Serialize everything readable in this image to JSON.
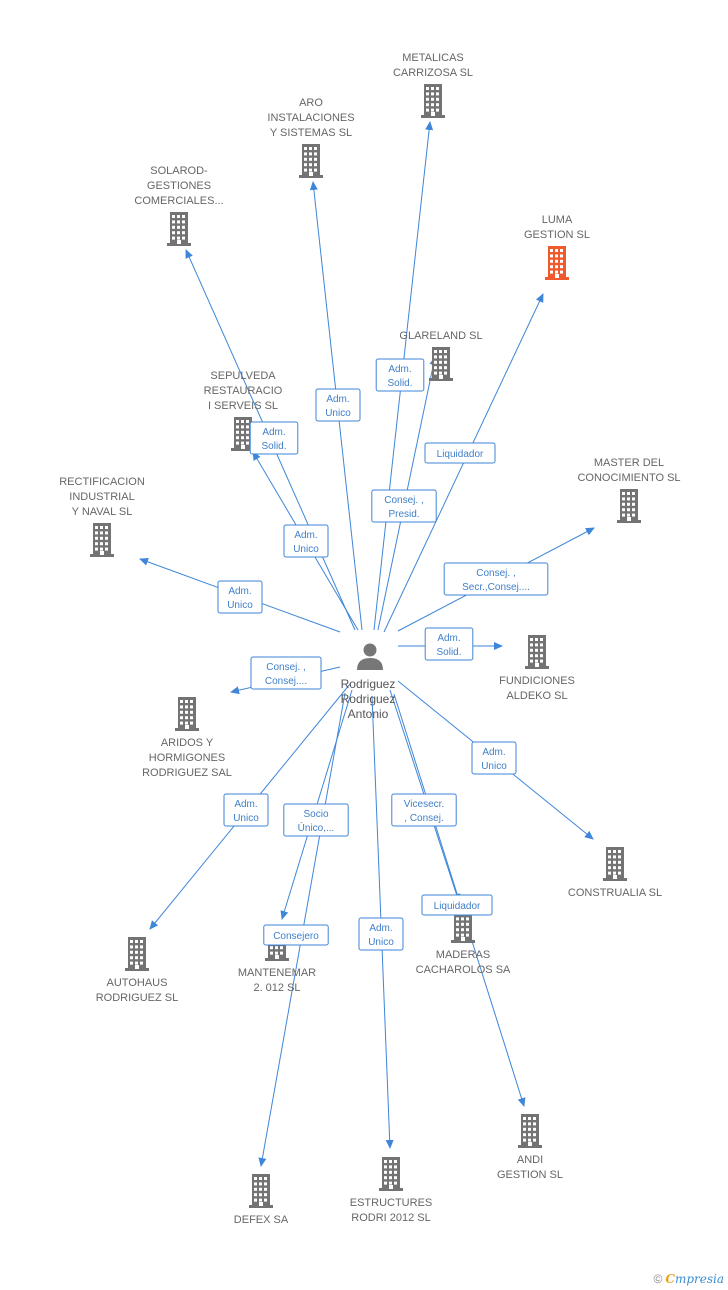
{
  "colors": {
    "building": "#737373",
    "highlight": "#f0592b",
    "edge": "#3f86d9",
    "person": "#777777"
  },
  "center": {
    "lines": [
      "Rodriguez",
      "Rodriguez",
      "Antonio"
    ],
    "icon": "person-icon"
  },
  "nodes": [
    {
      "id": "metalicas",
      "lines": [
        "METALICAS",
        "CARRIZOSA SL"
      ],
      "highlight": false
    },
    {
      "id": "aro",
      "lines": [
        "ARO",
        "INSTALACIONES",
        "Y SISTEMAS SL"
      ],
      "highlight": false
    },
    {
      "id": "solarod",
      "lines": [
        "SOLAROD-",
        "GESTIONES",
        "COMERCIALES..."
      ],
      "highlight": false
    },
    {
      "id": "luma",
      "lines": [
        "LUMA",
        "GESTION SL"
      ],
      "highlight": true
    },
    {
      "id": "glareland",
      "lines": [
        "GLARELAND SL"
      ],
      "highlight": false
    },
    {
      "id": "sepulveda",
      "lines": [
        "SEPULVEDA",
        "RESTAURACIO",
        "I SERVEIS SL"
      ],
      "highlight": false
    },
    {
      "id": "master",
      "lines": [
        "MASTER DEL",
        "CONOCIMIENTO SL"
      ],
      "highlight": false
    },
    {
      "id": "rectificacion",
      "lines": [
        "RECTIFICACION",
        "INDUSTRIAL",
        "Y NAVAL SL"
      ],
      "highlight": false
    },
    {
      "id": "fundiciones",
      "lines": [
        "FUNDICIONES",
        "ALDEKO SL"
      ],
      "highlight": false
    },
    {
      "id": "aridos",
      "lines": [
        "ARIDOS Y",
        "HORMIGONES",
        "RODRIGUEZ SAL"
      ],
      "highlight": false
    },
    {
      "id": "construalia",
      "lines": [
        "CONSTRUALIA SL"
      ],
      "highlight": false
    },
    {
      "id": "autohaus",
      "lines": [
        "AUTOHAUS",
        "RODRIGUEZ SL"
      ],
      "highlight": false
    },
    {
      "id": "mantenemar",
      "lines": [
        "MANTENEMAR",
        "2. 012 SL"
      ],
      "highlight": false
    },
    {
      "id": "maderas",
      "lines": [
        "MADERAS",
        "CACHAROLOS SA"
      ],
      "highlight": false
    },
    {
      "id": "andi",
      "lines": [
        "ANDI",
        "GESTION SL"
      ],
      "highlight": false
    },
    {
      "id": "defex",
      "lines": [
        "DEFEX SA"
      ],
      "highlight": false
    },
    {
      "id": "estructures",
      "lines": [
        "ESTRUCTURES",
        "RODRI 2012 SL"
      ],
      "highlight": false
    }
  ],
  "relations": [
    {
      "target": "metalicas",
      "lines": [
        "Adm.",
        "Solid."
      ]
    },
    {
      "target": "aro",
      "lines": [
        "Adm.",
        "Unico"
      ]
    },
    {
      "target": "solarod",
      "lines": [
        "Adm.",
        "Solid."
      ]
    },
    {
      "target": "luma",
      "lines": [
        "Liquidador"
      ]
    },
    {
      "target": "glareland",
      "lines": [
        "Consej. ,",
        "Presid."
      ]
    },
    {
      "target": "sepulveda",
      "lines": [
        "Adm.",
        "Unico"
      ]
    },
    {
      "target": "master",
      "lines": [
        "Consej. ,",
        "Secr.,Consej...."
      ]
    },
    {
      "target": "rectificacion",
      "lines": [
        "Adm.",
        "Unico"
      ]
    },
    {
      "target": "fundiciones",
      "lines": [
        "Adm.",
        "Solid."
      ]
    },
    {
      "target": "aridos",
      "lines": [
        "Consej. ,",
        "Consej...."
      ]
    },
    {
      "target": "construalia",
      "lines": [
        "Adm.",
        "Unico"
      ]
    },
    {
      "target": "autohaus",
      "lines": [
        "Adm.",
        "Unico"
      ]
    },
    {
      "target": "mantenemar",
      "lines": [
        "Socio",
        "Único,..."
      ]
    },
    {
      "target": "maderas",
      "lines": [
        "Vicesecr.",
        ", Consej."
      ]
    },
    {
      "target": "andi",
      "lines": [
        "Liquidador"
      ]
    },
    {
      "target": "defex",
      "lines": [
        "Consejero"
      ]
    },
    {
      "target": "estructures",
      "lines": [
        "Adm.",
        "Unico"
      ]
    }
  ],
  "footer": {
    "copyright": "©",
    "brand_initial": "C",
    "brand_rest": "mpresia"
  }
}
